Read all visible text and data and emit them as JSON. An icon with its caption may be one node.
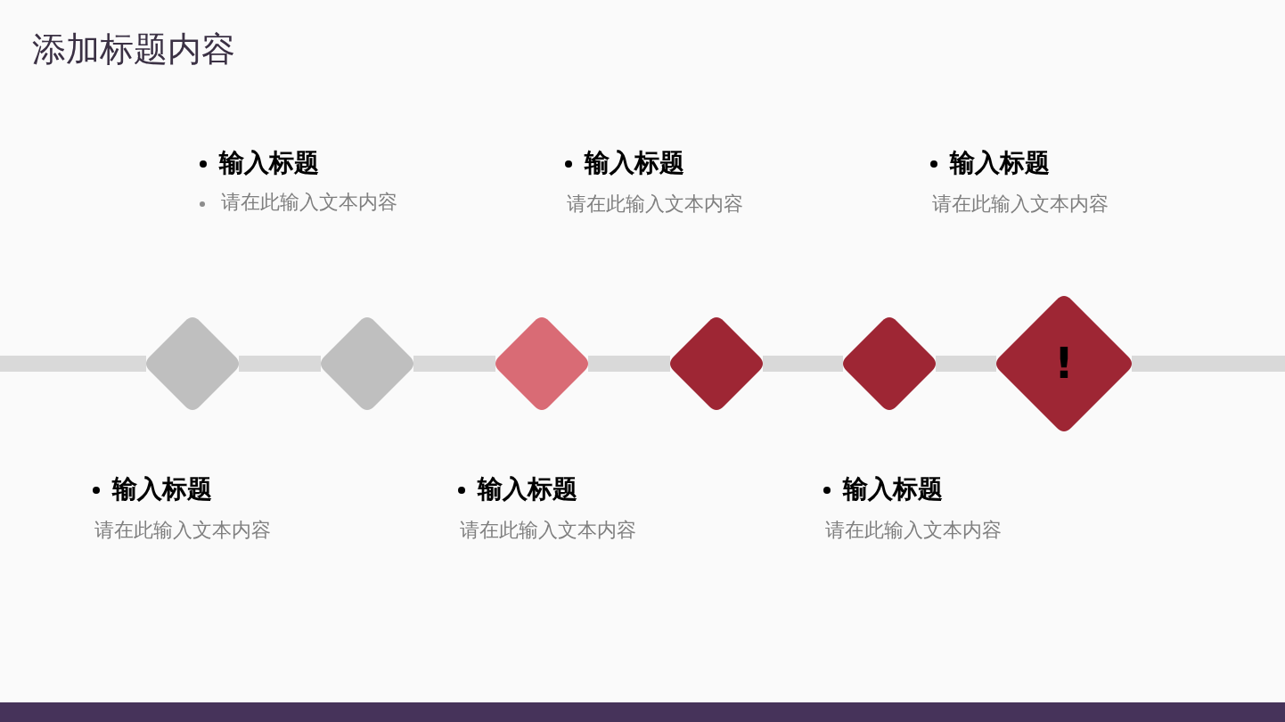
{
  "diagram": {
    "title": "添加标题内容",
    "nodes": [
      {
        "text": [],
        "shape": "diamond"
      },
      {
        "text": [],
        "shape": "diamond"
      },
      {
        "text": [],
        "shape": "diamond"
      },
      {
        "text": [],
        "shape": "diamond"
      },
      {
        "text": [],
        "shape": "diamond"
      },
      {
        "text": [
          "!"
        ]
      }
    ],
    "edges": [
      {
        "from": null,
        "to": 0,
        "arrow": "none"
      },
      {
        "from": 0,
        "to": 1,
        "arrow": "none"
      },
      {
        "from": 1,
        "to": 2,
        "arrow": "none"
      },
      {
        "from": 2,
        "to": 3,
        "arrow": "none"
      },
      {
        "from": 3,
        "to": 4,
        "arrow": "none"
      },
      {
        "from": 4,
        "to": 5,
        "arrow": "none"
      },
      {
        "from": 5,
        "to": null,
        "arrow": "none"
      }
    ],
    "labels": [
      "输入标题",
      "请在此输入文本内容",
      "输入标题",
      "请在此输入文本内容",
      "输入标题",
      "请在此输入文本内容",
      "输入标题",
      "请在此输入文本内容",
      "输入标题",
      "请在此输入文本内容",
      "输入标题",
      "请在此输入文本内容"
    ]
  }
}
